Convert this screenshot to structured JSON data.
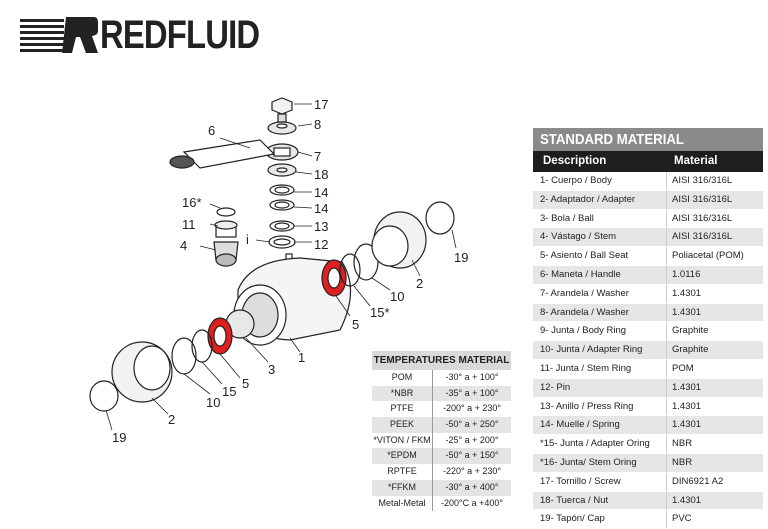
{
  "brand": {
    "name": "REDFLUID"
  },
  "diagram": {
    "callouts": [
      "17",
      "8",
      "6",
      "7",
      "18",
      "16*",
      "14",
      "14",
      "11",
      "13",
      "i",
      "4",
      "12",
      "19",
      "2",
      "10",
      "15*",
      "5",
      "1",
      "3",
      "5",
      "15",
      "10",
      "2",
      "19"
    ]
  },
  "standard_material": {
    "title": "STANDARD MATERIAL",
    "headers": [
      "Description",
      "Material"
    ],
    "rows": [
      [
        "1- Cuerpo / Body",
        "AISI 316/316L"
      ],
      [
        "2- Adaptador / Adapter",
        "AISI 316/316L"
      ],
      [
        "3- Bola / Ball",
        "AISI 316/316L"
      ],
      [
        "4- Vástago / Stem",
        "AISI 316/316L"
      ],
      [
        "5- Asiento / Ball Seat",
        "Poliacetal (POM)"
      ],
      [
        "6- Maneta / Handle",
        "1.0116"
      ],
      [
        "7- Arandela / Washer",
        "1.4301"
      ],
      [
        "8- Arandela / Washer",
        "1.4301"
      ],
      [
        "9- Junta / Body Ring",
        "Graphite"
      ],
      [
        "10- Junta / Adapter Ring",
        "Graphite"
      ],
      [
        "11- Junta / Stem Ring",
        "POM"
      ],
      [
        "12- Pin",
        "1.4301"
      ],
      [
        "13- Anillo / Press Ring",
        "1.4301"
      ],
      [
        "14- Muelle / Spring",
        "1.4301"
      ],
      [
        "*15- Junta / Adapter Oring",
        "NBR"
      ],
      [
        "*16- Junta/ Stem Oring",
        "NBR"
      ],
      [
        "17- Tornillo / Screw",
        "DIN6921 A2"
      ],
      [
        "18- Tuerca / Nut",
        "1.4301"
      ],
      [
        "19- Tapón/ Cap",
        "PVC"
      ]
    ]
  },
  "temperatures": {
    "title": "TEMPERATURES MATERIAL",
    "rows": [
      [
        "POM",
        "-30° a + 100°"
      ],
      [
        "*NBR",
        "-35° a + 100°"
      ],
      [
        "PTFE",
        "-200° a + 230°"
      ],
      [
        "PEEK",
        "-50° a + 250°"
      ],
      [
        "*VITON / FKM",
        "-25° a + 200°"
      ],
      [
        "*EPDM",
        "-50° a + 150°"
      ],
      [
        "RPTFE",
        "-220° a + 230°"
      ],
      [
        "*FFKM",
        "-30° a + 400°"
      ],
      [
        "Metal-Metal",
        "-200°C a +400°"
      ]
    ]
  },
  "colors": {
    "seat_red": "#e02020",
    "header_dark": "#1e1e1e",
    "title_gray": "#8a8a8a"
  }
}
